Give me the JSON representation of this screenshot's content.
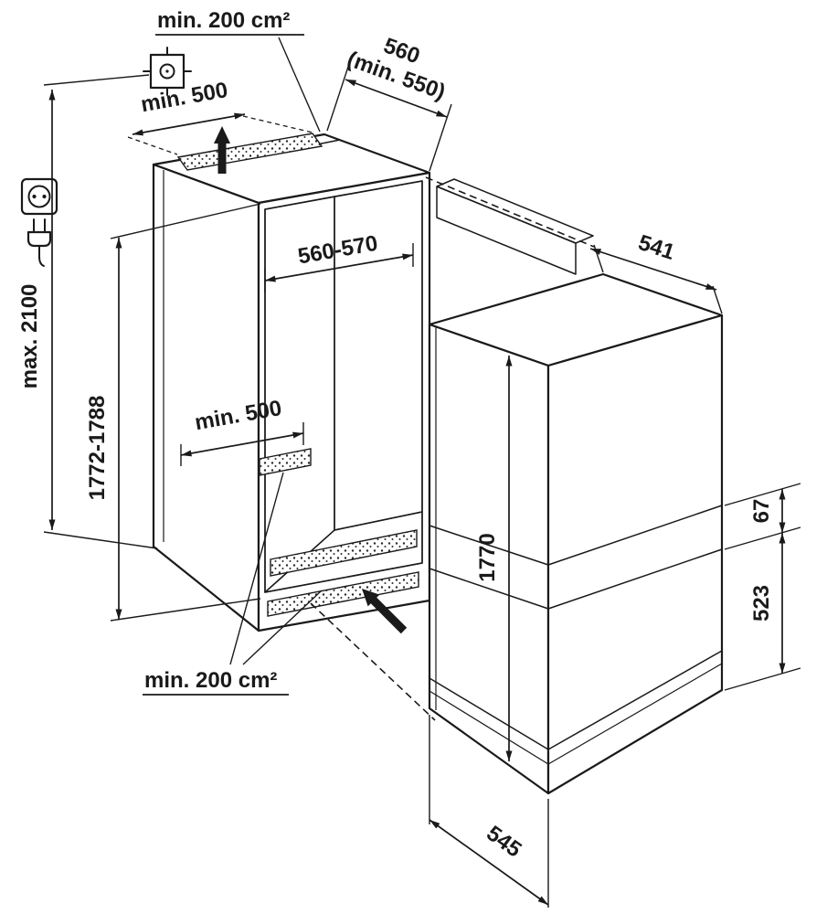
{
  "meta": {
    "title": "Built-in refrigerator installation dimensions"
  },
  "labels": {
    "vent_area_top": "min. 200 cm²",
    "vent_width_top": "min. 500",
    "niche_depth": "560",
    "niche_depth_min": "(min. 550)",
    "ceiling_height_max": "max. 2100",
    "niche_height": "1772-1788",
    "niche_width": "560-570",
    "floor_vent_width": "min. 500",
    "vent_area_bottom": "min. 200 cm²",
    "appliance_depth_top": "541",
    "appliance_height": "1770",
    "door_panel_gap": "67",
    "lower_door_height": "523",
    "appliance_depth_bottom": "545"
  },
  "icons": {
    "mains_position": "mains-connection-position",
    "socket": "power-socket",
    "plug": "power-plug",
    "airflow_up": "exhaust-air-arrow",
    "airflow_in": "intake-air-arrow"
  },
  "colors": {
    "ink": "#1a1a1a",
    "background": "#ffffff",
    "niche_side_wall": "#9b9b9b",
    "niche_back_wall": "#c9c9c9",
    "vent_panel_front": "#e4e4e4",
    "vent_panel_top": "#d3d3d3"
  }
}
